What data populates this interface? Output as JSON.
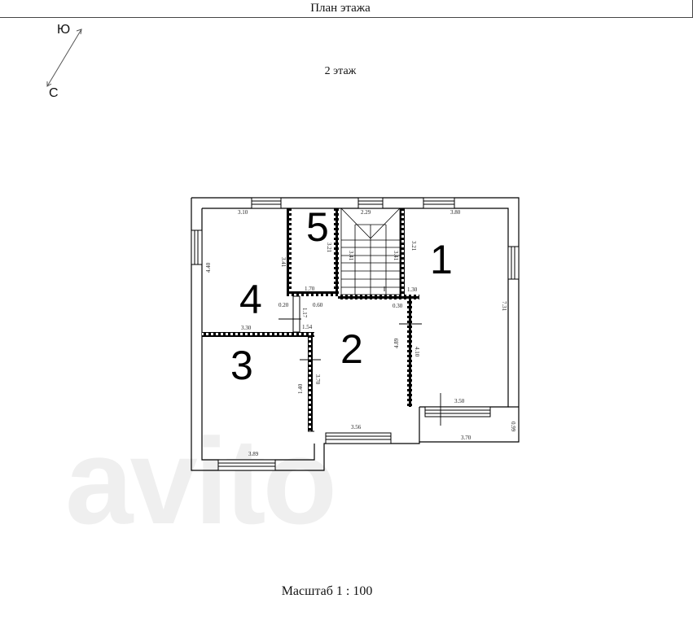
{
  "header": {
    "title": "План этажа"
  },
  "floor": {
    "label": "2 этаж"
  },
  "compass": {
    "north_label": "Ю",
    "south_label": "С"
  },
  "scale": {
    "label": "Масштаб 1 : 100"
  },
  "watermark": {
    "text": "avito"
  },
  "rooms": [
    {
      "number": "1"
    },
    {
      "number": "2"
    },
    {
      "number": "3"
    },
    {
      "number": "4"
    },
    {
      "number": "5"
    }
  ],
  "dimensions": {
    "room4_top": "3.10",
    "room4_left": "4.40",
    "room4_inner": "3.41",
    "room4_bottom": "3.30",
    "room5_bottom": "1.70",
    "stair_top": "2.29",
    "stair_left": "3.41",
    "stair_right": "3.41",
    "room5_right": "3.21",
    "room1_top": "3.80",
    "room1_left": "3.21",
    "room1_right": "7.31",
    "room1_bottom": "3.50",
    "corr_060": "0.60",
    "corr_020": "0.20",
    "corr_030": "0.30",
    "corr_130": "1.30",
    "corr_154": "1.54",
    "corr_v1": "1.17",
    "room2_left": "4.89",
    "room2_right": "4.10",
    "room2_bottom": "3.56",
    "room3_right": "3.70",
    "room3_left_inner": "1.40",
    "room3_bottom": "3.89",
    "balcony_width": "3.70",
    "balcony_depth": "0.99"
  }
}
